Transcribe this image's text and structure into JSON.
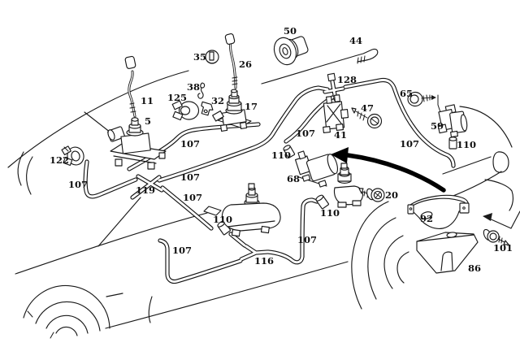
{
  "diagram": {
    "description": "Exploded parts diagram: vacuum control valves, connectors and hose runs drawn over a car side-body outline, with steering column covers at lower right",
    "background": "#ffffff",
    "line_color": "#1a1a1a",
    "arrow_color": "#000000",
    "labels": [
      {
        "text": "50"
      },
      {
        "text": "44"
      },
      {
        "text": "35"
      },
      {
        "text": "26"
      },
      {
        "text": "128"
      },
      {
        "text": "38"
      },
      {
        "text": "65"
      },
      {
        "text": "125"
      },
      {
        "text": "11"
      },
      {
        "text": "32"
      },
      {
        "text": "17"
      },
      {
        "text": "47"
      },
      {
        "text": "5"
      },
      {
        "text": "59"
      },
      {
        "text": "107"
      },
      {
        "text": "41"
      },
      {
        "text": "107"
      },
      {
        "text": "110"
      },
      {
        "text": "107"
      },
      {
        "text": "110"
      },
      {
        "text": "122"
      },
      {
        "text": "68"
      },
      {
        "text": "107"
      },
      {
        "text": "107"
      },
      {
        "text": "119"
      },
      {
        "text": "20"
      },
      {
        "text": "107"
      },
      {
        "text": "110"
      },
      {
        "text": "92"
      },
      {
        "text": "110"
      },
      {
        "text": "107"
      },
      {
        "text": "101"
      },
      {
        "text": "107"
      },
      {
        "text": "116"
      },
      {
        "text": "86"
      }
    ]
  }
}
